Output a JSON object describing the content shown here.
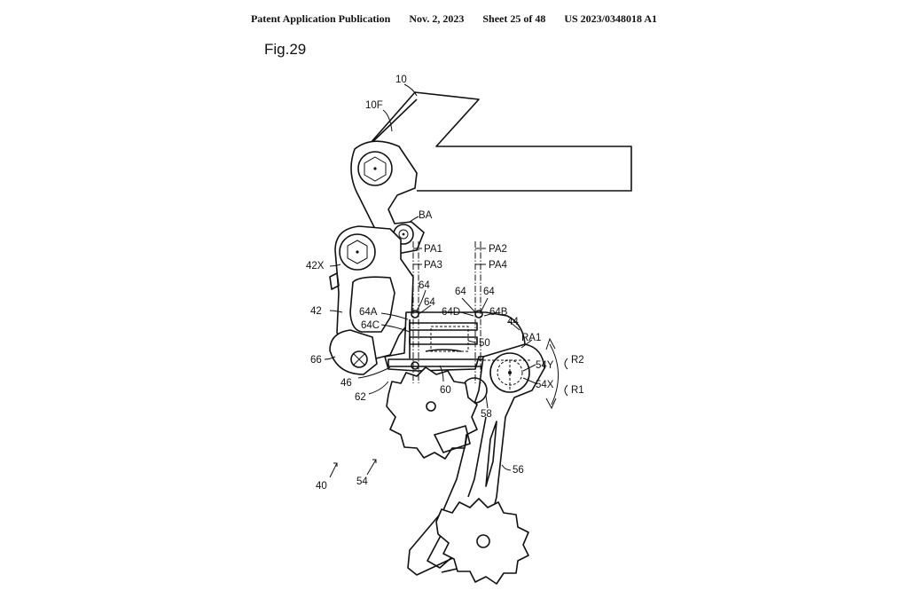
{
  "header": {
    "publication": "Patent Application Publication",
    "date": "Nov. 2, 2023",
    "sheet": "Sheet 25 of 48",
    "number": "US 2023/0348018 A1"
  },
  "figure": {
    "title": "Fig.29"
  },
  "labels": {
    "l10": "10",
    "l10F": "10F",
    "lBA": "BA",
    "lPA1": "PA1",
    "lPA2": "PA2",
    "lPA3": "PA3",
    "lPA4": "PA4",
    "l42X": "42X",
    "l42": "42",
    "l64a": "64",
    "l64b": "64",
    "l64c": "64",
    "l64d": "64",
    "l64A": "64A",
    "l64C": "64C",
    "l64D": "64D",
    "l64B": "64B",
    "l44": "44",
    "l50": "50",
    "lRA1": "RA1",
    "l54Y": "54Y",
    "l54X": "54X",
    "lR2": "R2",
    "lR1": "R1",
    "l66": "66",
    "l46": "46",
    "l62": "62",
    "l60": "60",
    "l58": "58",
    "l56": "56",
    "l40": "40",
    "l54": "54"
  }
}
